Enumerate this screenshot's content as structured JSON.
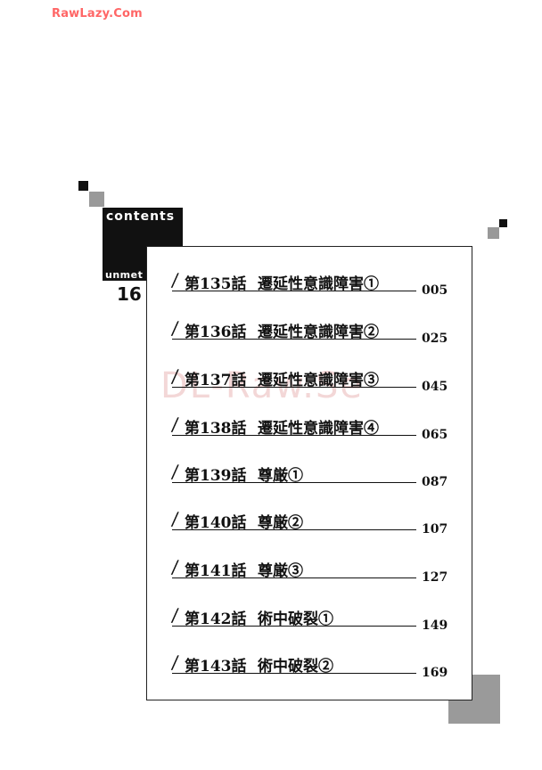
{
  "site_tag": "RawLazy.Com",
  "watermark": "DL-Raw.Se",
  "header": {
    "contents_label": "contents",
    "series": "unmet",
    "volume": "16"
  },
  "toc": {
    "entries": [
      {
        "chapter": "第135話",
        "title": "遷延性意識障害①",
        "page": "005"
      },
      {
        "chapter": "第136話",
        "title": "遷延性意識障害②",
        "page": "025"
      },
      {
        "chapter": "第137話",
        "title": "遷延性意識障害③",
        "page": "045"
      },
      {
        "chapter": "第138話",
        "title": "遷延性意識障害④",
        "page": "065"
      },
      {
        "chapter": "第139話",
        "title": "尊厳①",
        "page": "087"
      },
      {
        "chapter": "第140話",
        "title": "尊厳②",
        "page": "107"
      },
      {
        "chapter": "第141話",
        "title": "尊厳③",
        "page": "127"
      },
      {
        "chapter": "第142話",
        "title": "術中破裂①",
        "page": "149"
      },
      {
        "chapter": "第143話",
        "title": "術中破裂②",
        "page": "169"
      }
    ]
  }
}
